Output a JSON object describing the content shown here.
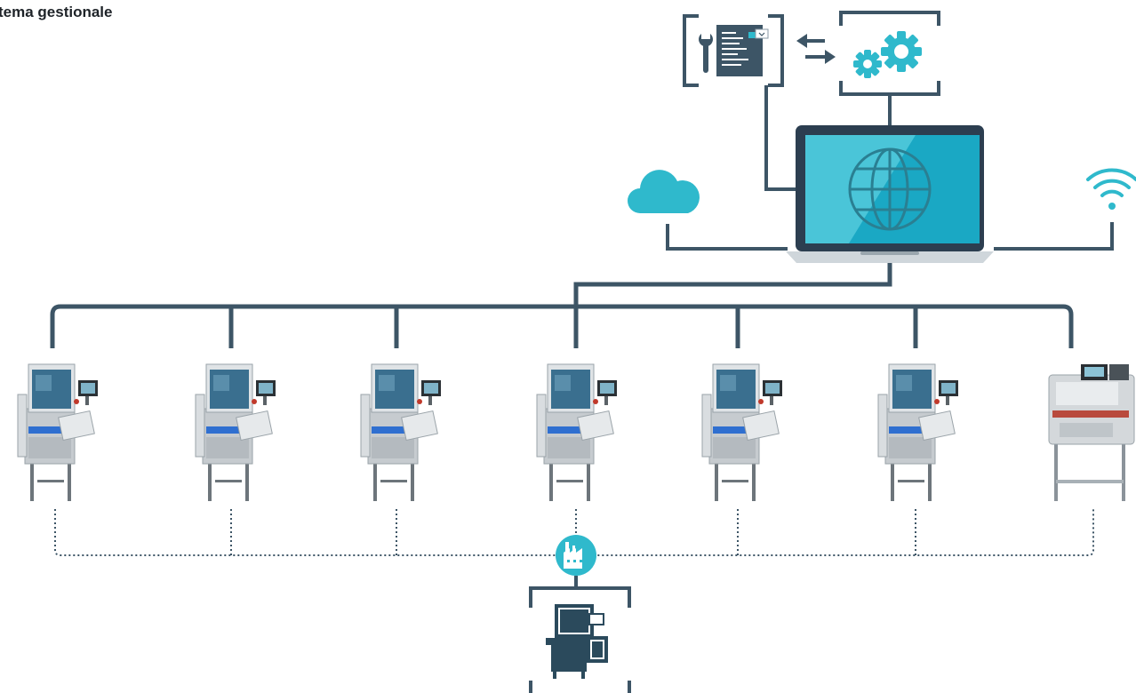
{
  "title": "tema gestionale",
  "colors": {
    "line": "#3d5566",
    "accent": "#2fb9cc",
    "screen": "#33c2d6",
    "machine_blue": "#3a6f8f",
    "steel": "#c9cdd1"
  },
  "icons": {
    "config_panel": "wrench-document-icon",
    "sync_arrows": "exchange-arrows-icon",
    "settings": "gears-icon",
    "computer": "laptop-globe-icon",
    "cloud": "cloud-icon",
    "wireless": "wifi-icon",
    "plant": "factory-icon",
    "local_station": "machine-silhouette-icon"
  },
  "machines": [
    {
      "id": "machine-1",
      "type": "tray-sealer"
    },
    {
      "id": "machine-2",
      "type": "tray-sealer"
    },
    {
      "id": "machine-3",
      "type": "tray-sealer"
    },
    {
      "id": "machine-4",
      "type": "tray-sealer"
    },
    {
      "id": "machine-5",
      "type": "tray-sealer"
    },
    {
      "id": "machine-6",
      "type": "tray-sealer"
    },
    {
      "id": "machine-7",
      "type": "wrapping-machine"
    }
  ]
}
